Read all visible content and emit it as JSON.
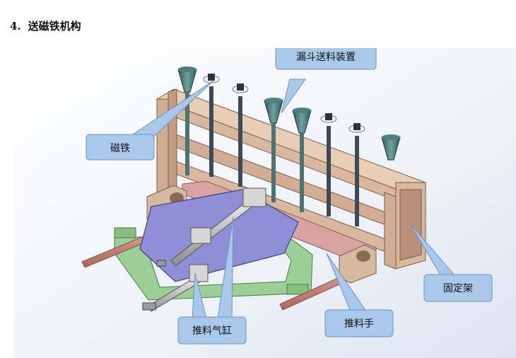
{
  "heading": {
    "number": "4.",
    "title": "送磁铁机构"
  },
  "callouts": {
    "feeder": "漏斗送料装置",
    "magnet": "磁铁",
    "frame": "固定架",
    "pusher": "推料手",
    "cylinder": "推料气缸"
  },
  "colors": {
    "frame": "#d9b8a0",
    "plate": "#8f8fd8",
    "base": "#9ccf95",
    "rod": "#c98a80",
    "callout_fill": "#a9c8ea",
    "callout_stroke": "#6f93bf",
    "screw": "#3f4a56",
    "funnel": "#3f6f6f"
  },
  "icons": {
    "screw": "threaded-rod-icon",
    "funnel": "hopper-funnel-icon"
  }
}
